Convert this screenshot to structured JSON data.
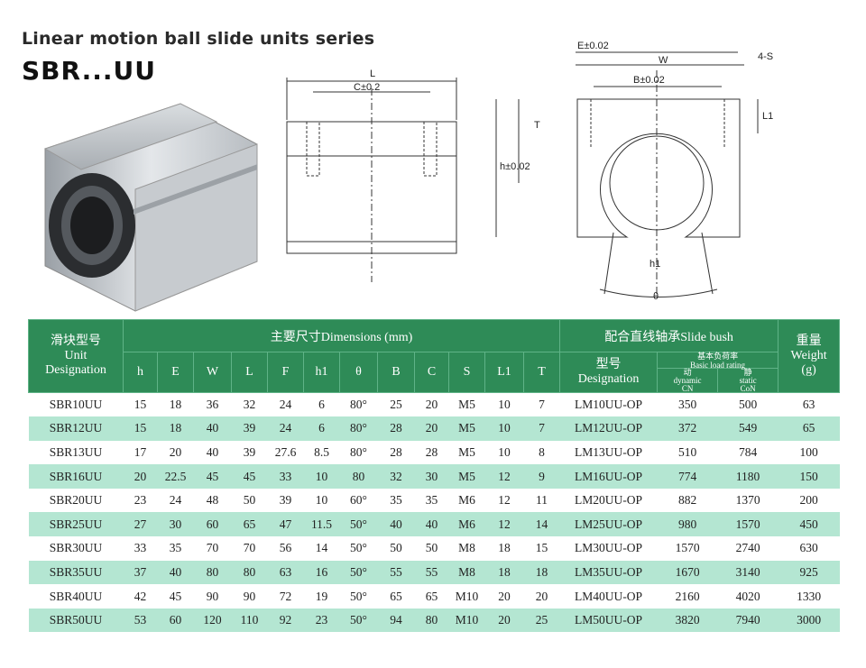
{
  "header": {
    "title": "Linear motion ball slide units series",
    "model": "SBR...UU"
  },
  "drawing": {
    "side_labels": {
      "L": "L",
      "C": "C±0.2"
    },
    "front_labels": {
      "E": "E±0.02",
      "W": "W",
      "S": "4-S",
      "B": "B±0.02",
      "L1": "L1",
      "T": "T",
      "h": "h±0.02",
      "h1": "h1",
      "theta": "θ"
    }
  },
  "table": {
    "group_unit": "滑块型号",
    "group_unit_en1": "Unit",
    "group_unit_en2": "Designation",
    "group_dims": "主要尺寸Dimensions (mm)",
    "group_bush": "配合直线轴承Slide bush",
    "group_weight": "重量",
    "group_weight_en": "Weight",
    "group_weight_unit": "(g)",
    "dim_cols": [
      "h",
      "E",
      "W",
      "L",
      "F",
      "h1",
      "θ",
      "B",
      "C",
      "S",
      "L1",
      "T"
    ],
    "bush_designation": "型号",
    "bush_designation_en": "Designation",
    "load_rating_cn": "基本负荷率",
    "load_rating_en": "Basic load rating",
    "dynamic_cn": "动",
    "dynamic_en": "dynamic",
    "dynamic_sym": "CN",
    "static_cn": "静",
    "static_en": "static",
    "static_sym": "CoN",
    "rows": [
      [
        "SBR10UU",
        "15",
        "18",
        "36",
        "32",
        "24",
        "6",
        "80°",
        "25",
        "20",
        "M5",
        "10",
        "7",
        "LM10UU-OP",
        "350",
        "500",
        "63"
      ],
      [
        "SBR12UU",
        "15",
        "18",
        "40",
        "39",
        "24",
        "6",
        "80°",
        "28",
        "20",
        "M5",
        "10",
        "7",
        "LM12UU-OP",
        "372",
        "549",
        "65"
      ],
      [
        "SBR13UU",
        "17",
        "20",
        "40",
        "39",
        "27.6",
        "8.5",
        "80°",
        "28",
        "28",
        "M5",
        "10",
        "8",
        "LM13UU-OP",
        "510",
        "784",
        "100"
      ],
      [
        "SBR16UU",
        "20",
        "22.5",
        "45",
        "45",
        "33",
        "10",
        "80",
        "32",
        "30",
        "M5",
        "12",
        "9",
        "LM16UU-OP",
        "774",
        "1180",
        "150"
      ],
      [
        "SBR20UU",
        "23",
        "24",
        "48",
        "50",
        "39",
        "10",
        "60°",
        "35",
        "35",
        "M6",
        "12",
        "11",
        "LM20UU-OP",
        "882",
        "1370",
        "200"
      ],
      [
        "SBR25UU",
        "27",
        "30",
        "60",
        "65",
        "47",
        "11.5",
        "50°",
        "40",
        "40",
        "M6",
        "12",
        "14",
        "LM25UU-OP",
        "980",
        "1570",
        "450"
      ],
      [
        "SBR30UU",
        "33",
        "35",
        "70",
        "70",
        "56",
        "14",
        "50°",
        "50",
        "50",
        "M8",
        "18",
        "15",
        "LM30UU-OP",
        "1570",
        "2740",
        "630"
      ],
      [
        "SBR35UU",
        "37",
        "40",
        "80",
        "80",
        "63",
        "16",
        "50°",
        "55",
        "55",
        "M8",
        "18",
        "18",
        "LM35UU-OP",
        "1670",
        "3140",
        "925"
      ],
      [
        "SBR40UU",
        "42",
        "45",
        "90",
        "90",
        "72",
        "19",
        "50°",
        "65",
        "65",
        "M10",
        "20",
        "20",
        "LM40UU-OP",
        "2160",
        "4020",
        "1330"
      ],
      [
        "SBR50UU",
        "53",
        "60",
        "120",
        "110",
        "92",
        "23",
        "50°",
        "94",
        "80",
        "M10",
        "20",
        "25",
        "LM50UU-OP",
        "3820",
        "7940",
        "3000"
      ]
    ]
  }
}
